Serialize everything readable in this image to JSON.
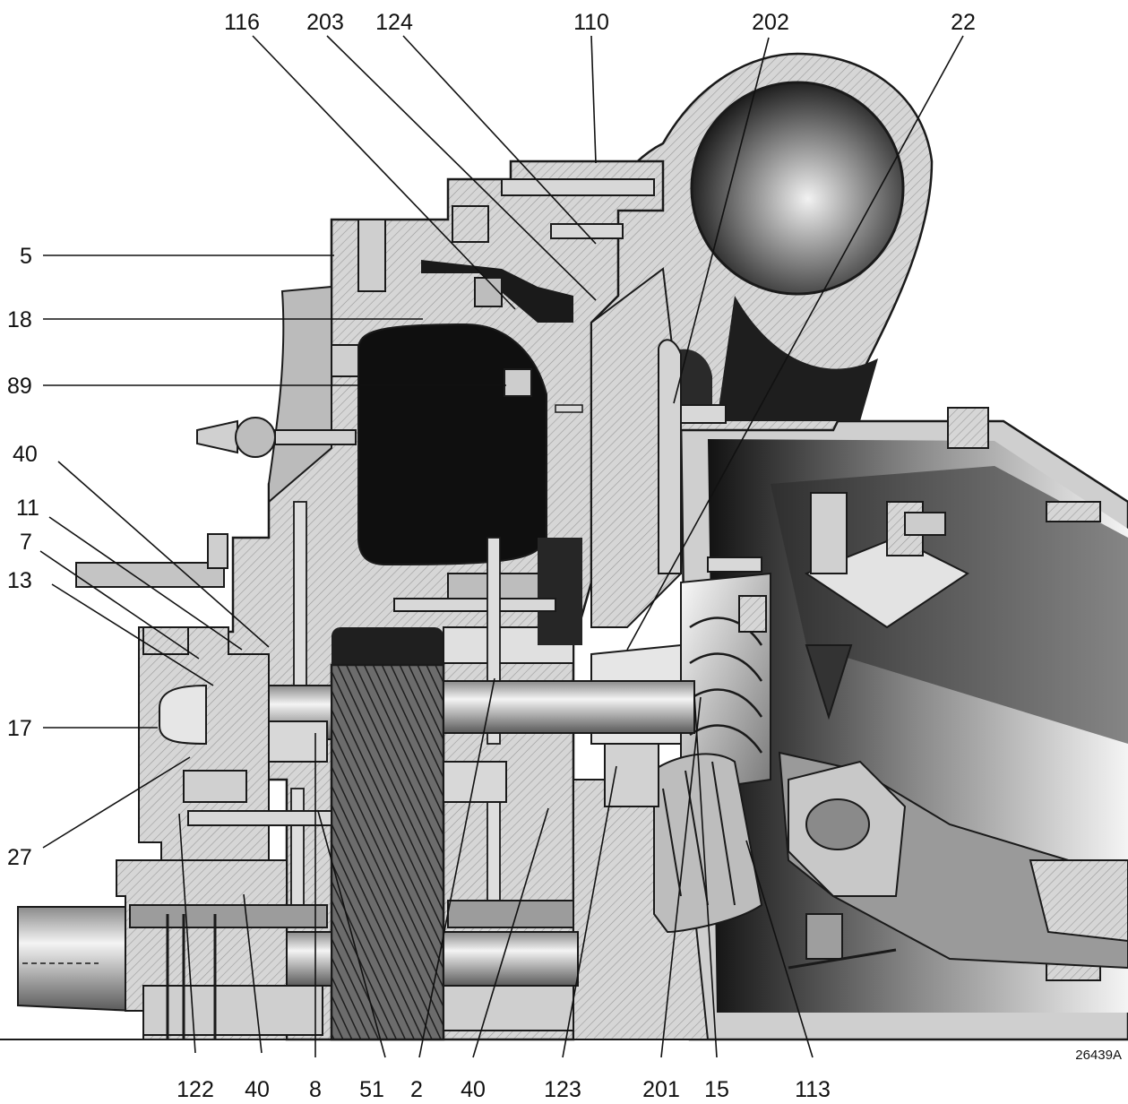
{
  "figure_id": "26439A",
  "callouts": [
    {
      "id": "c-116",
      "text": "116"
    },
    {
      "id": "c-203",
      "text": "203"
    },
    {
      "id": "c-124",
      "text": "124"
    },
    {
      "id": "c-110",
      "text": "110"
    },
    {
      "id": "c-202",
      "text": "202"
    },
    {
      "id": "c-22",
      "text": "22"
    },
    {
      "id": "c-5",
      "text": "5"
    },
    {
      "id": "c-18",
      "text": "18"
    },
    {
      "id": "c-89",
      "text": "89"
    },
    {
      "id": "c-40a",
      "text": "40"
    },
    {
      "id": "c-11",
      "text": "11"
    },
    {
      "id": "c-7",
      "text": "7"
    },
    {
      "id": "c-13",
      "text": "13"
    },
    {
      "id": "c-17",
      "text": "17"
    },
    {
      "id": "c-27",
      "text": "27"
    },
    {
      "id": "c-122",
      "text": "122"
    },
    {
      "id": "c-40b",
      "text": "40"
    },
    {
      "id": "c-8",
      "text": "8"
    },
    {
      "id": "c-51",
      "text": "51"
    },
    {
      "id": "c-2",
      "text": "2"
    },
    {
      "id": "c-40c",
      "text": "40"
    },
    {
      "id": "c-123",
      "text": "123"
    },
    {
      "id": "c-201",
      "text": "201"
    },
    {
      "id": "c-15",
      "text": "15"
    },
    {
      "id": "c-113",
      "text": "113"
    }
  ]
}
